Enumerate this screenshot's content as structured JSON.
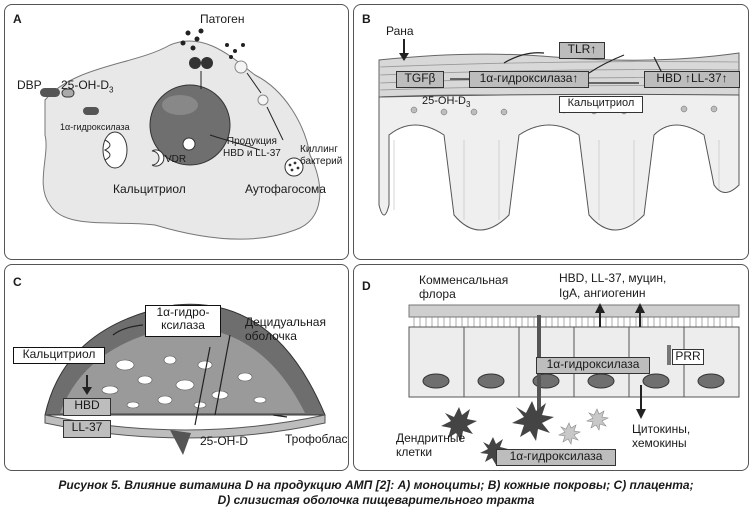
{
  "panel_a": {
    "letter": "A",
    "pathogen": "Патоген",
    "dbp": "DBP",
    "oh_d3": "25-OH-D",
    "oh_d3_sub": "3",
    "hydroxylase": "1α-гидроксилаза",
    "vdr": "VDR",
    "production": "Продукция\nHBD и LL-37",
    "killing": "Киллинг\nбактерий",
    "calcitriol": "Кальцитриол",
    "autophagosome": "Аутофагосома"
  },
  "panel_b": {
    "letter": "B",
    "wound": "Рана",
    "tlr": "TLR↑",
    "tgfb": "TGFβ",
    "hydroxylase": "1α-гидроксилаза↑",
    "hbd": "HBD ↑LL-37↑",
    "oh_d3": "25-OH-D",
    "oh_d3_sub": "3",
    "calcitriol": "Кальцитриол"
  },
  "panel_c": {
    "letter": "C",
    "hydroxylase": "1α-гидро-\nксилаза",
    "decidual": "Децидуальная\nоболочка",
    "calcitriol": "Кальцитриол",
    "hbd": "HBD",
    "ll37": "LL-37",
    "oh_d": "25-OH-D",
    "trophoblast": "Трофобласт"
  },
  "panel_d": {
    "letter": "D",
    "commensal": "Комменсальная\nфлора",
    "products": "HBD, LL-37, муцин,\nIgA, ангиогенин",
    "hydroxylase_top": "1α-гидроксилаза",
    "prr": "PRR",
    "dendritic": "Дендритные\nклетки",
    "cytokines": "Цитокины,\nхемокины",
    "hydroxylase_bottom": "1α-гидроксилаза"
  },
  "caption": "Рисунок 5. Влияние витамина D на продукцию АМП [2]: A) моноциты; B) кожные покровы; C) плацента;\nD) слизистая оболочка пищеварительного тракта",
  "colors": {
    "grey_box": "#bdbdbd",
    "cell": "#e6e6e6",
    "nucleus": "#6d6d6d",
    "dark": "#444444"
  }
}
